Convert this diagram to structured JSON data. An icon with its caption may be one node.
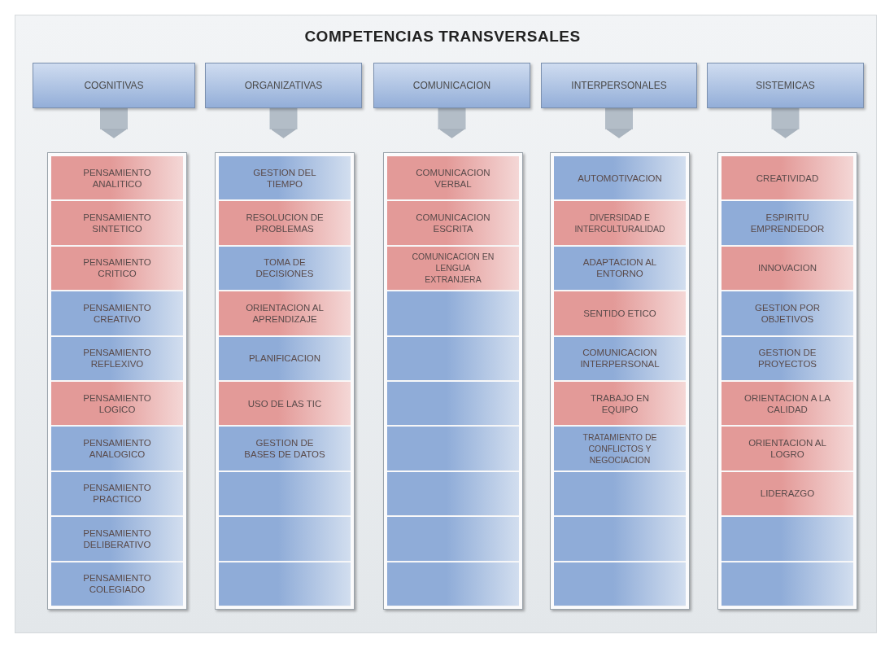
{
  "diagram": {
    "title": "COMPETENCIAS TRANSVERSALES",
    "nodes": [
      {
        "text": [
          "COGNITIVAS"
        ]
      },
      {
        "text": [
          "ORGANIZATIVAS"
        ]
      },
      {
        "text": [
          "COMUNICACION"
        ]
      },
      {
        "text": [
          "INTERPERSONALES"
        ]
      },
      {
        "text": [
          "SISTEMICAS"
        ]
      },
      {
        "text": [],
        "shape": "box"
      },
      {
        "text": [
          "PENSAMIENTO ANALITICO"
        ],
        "in": 5
      },
      {
        "text": [
          "PENSAMIENTO SINTETICO"
        ],
        "in": 5
      },
      {
        "text": [
          "PENSAMIENTO CRITICO"
        ],
        "in": 5
      },
      {
        "text": [
          "PENSAMIENTO CREATIVO"
        ],
        "in": 5
      },
      {
        "text": [
          "PENSAMIENTO REFLEXIVO"
        ],
        "in": 5
      },
      {
        "text": [
          "PENSAMIENTO LOGICO"
        ],
        "in": 5
      },
      {
        "text": [
          "PENSAMIENTO ANALOGICO"
        ],
        "in": 5
      },
      {
        "text": [
          "PENSAMIENTO PRACTICO"
        ],
        "in": 5
      },
      {
        "text": [
          "PENSAMIENTO DELIBERATIVO"
        ],
        "in": 5
      },
      {
        "text": [
          "PENSAMIENTO COLEGIADO"
        ],
        "in": 5
      },
      {
        "text": [],
        "shape": "box"
      },
      {
        "text": [
          "GESTION DEL TIEMPO"
        ],
        "in": 16
      },
      {
        "text": [
          "RESOLUCION DE PROBLEMAS"
        ],
        "in": 16
      },
      {
        "text": [
          "TOMA DE DECISIONES"
        ],
        "in": 16
      },
      {
        "text": [
          "ORIENTACION AL APRENDIZAJE"
        ],
        "in": 16
      },
      {
        "text": [
          "PLANIFICACION"
        ],
        "in": 16
      },
      {
        "text": [
          "USO DE LAS TIC"
        ],
        "in": 16
      },
      {
        "text": [
          "GESTION DE BASES DE DATOS"
        ],
        "in": 16
      },
      {
        "text": [],
        "shape": "box",
        "in": 16
      },
      {
        "text": [],
        "shape": "box",
        "in": 16
      },
      {
        "text": [],
        "shape": "box",
        "in": 16
      },
      {
        "text": [],
        "shape": "box"
      },
      {
        "text": [
          "COMUNICACION VERBAL"
        ],
        "in": 27
      },
      {
        "text": [
          "COMUNICACION ESCRITA"
        ],
        "in": 27
      },
      {
        "text": [
          "COMUNICACION EN LENGUA EXTRANJERA"
        ],
        "in": 27
      },
      {
        "text": [],
        "shape": "box",
        "in": 27
      },
      {
        "text": [],
        "shape": "box",
        "in": 27
      },
      {
        "text": [],
        "shape": "box",
        "in": 27
      },
      {
        "text": [],
        "shape": "box",
        "in": 27
      },
      {
        "text": [],
        "shape": "box",
        "in": 27
      },
      {
        "text": [],
        "shape": "box",
        "in": 27
      },
      {
        "text": [],
        "shape": "box",
        "in": 27
      },
      {
        "text": [],
        "shape": "box"
      },
      {
        "text": [
          "AUTOMOTIVACION"
        ],
        "in": 38
      },
      {
        "text": [
          "DIVERSIDAD E INTERCULTURALIDAD"
        ],
        "in": 38
      },
      {
        "text": [
          "ADAPTACION AL ENTORNO"
        ],
        "in": 38
      },
      {
        "text": [
          "SENTIDO ETICO"
        ],
        "in": 38
      },
      {
        "text": [
          "COMUNICACION INTERPERSONAL"
        ],
        "in": 38
      },
      {
        "text": [
          "TRABAJO EN EQUIPO"
        ],
        "in": 38
      },
      {
        "text": [
          "TRATAMIENTO DE CONFLICTOS Y NEGOCIACION"
        ],
        "in": 38
      },
      {
        "text": [],
        "shape": "box",
        "in": 38
      },
      {
        "text": [],
        "shape": "box",
        "in": 38
      },
      {
        "text": [],
        "shape": "box",
        "in": 38
      },
      {
        "text": [],
        "shape": "box"
      },
      {
        "text": [
          "CREATIVIDAD"
        ],
        "in": 49
      },
      {
        "text": [
          "ESPIRITU EMPRENDEDOR"
        ],
        "in": 49
      },
      {
        "text": [
          "INNOVACION"
        ],
        "in": 49
      },
      {
        "text": [
          "GESTION POR OBJETIVOS"
        ],
        "in": 49
      },
      {
        "text": [
          "GESTION DE PROYECTOS"
        ],
        "in": 49
      },
      {
        "text": [
          "ORIENTACION A LA CALIDAD"
        ],
        "in": 49
      },
      {
        "text": [
          "ORIENTACION AL LOGRO"
        ],
        "in": 49
      },
      {
        "text": [
          "LIDERAZGO"
        ],
        "in": 49
      },
      {
        "text": [],
        "shape": "box",
        "in": 49
      },
      {
        "text": [],
        "shape": "box",
        "in": 49
      }
    ],
    "edges": [
      {
        "from": 0,
        "to": 5,
        "arrow": "to"
      },
      {
        "from": 1,
        "to": 16,
        "arrow": "to"
      },
      {
        "from": 2,
        "to": 27,
        "arrow": "to"
      },
      {
        "from": 3,
        "to": 38,
        "arrow": "to"
      },
      {
        "from": 4,
        "to": 49,
        "arrow": "to"
      }
    ]
  }
}
